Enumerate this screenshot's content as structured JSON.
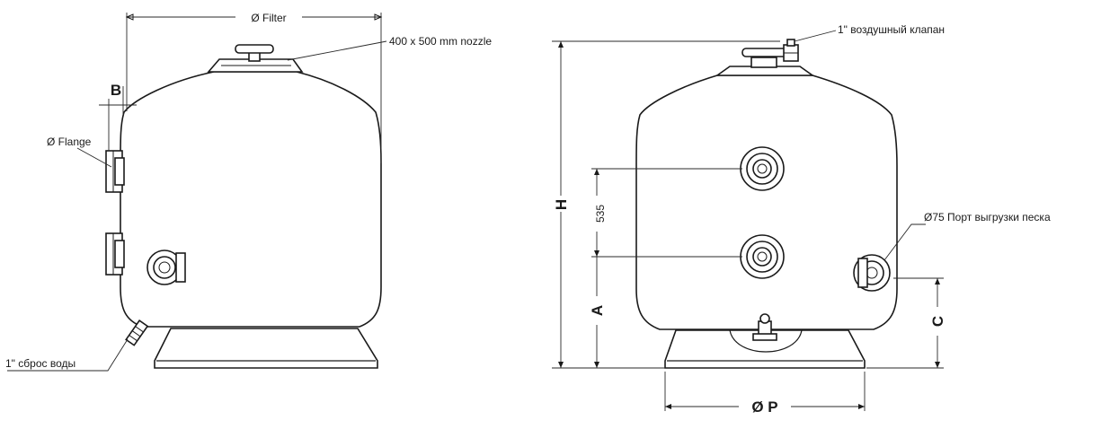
{
  "labels": {
    "filter_diameter": "Ø Filter",
    "nozzle": "400 x 500 mm nozzle",
    "b": "B",
    "flange": "Ø Flange",
    "drain": "1\" сброс воды",
    "air_valve": "1\" воздушный клапан",
    "h": "H",
    "spacing": "535",
    "sand_port": "Ø75 Порт выгрузки песка",
    "a": "A",
    "c": "C",
    "base_diameter": "Ø P"
  }
}
